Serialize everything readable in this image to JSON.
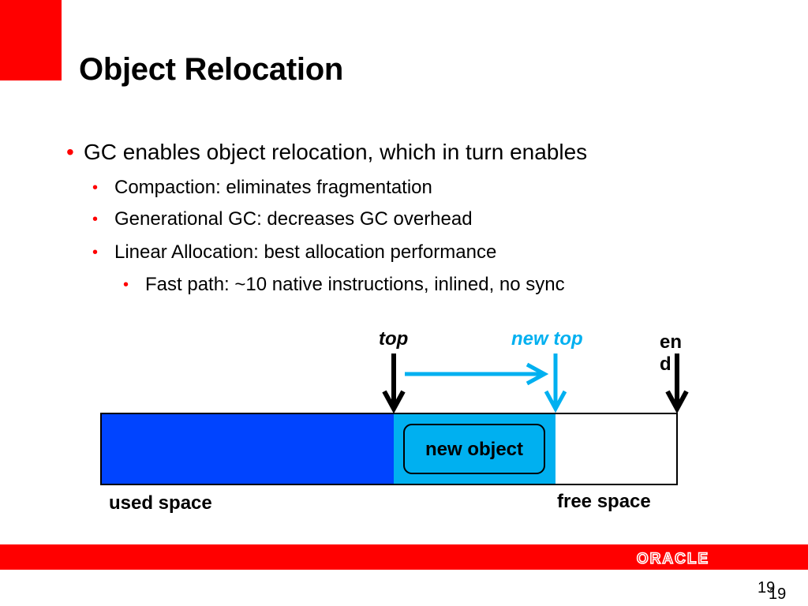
{
  "slide": {
    "title": "Object Relocation",
    "bullets": [
      {
        "level": 1,
        "text": "GC enables object relocation, which in turn enables"
      },
      {
        "level": 2,
        "text": "Compaction: eliminates fragmentation"
      },
      {
        "level": 2,
        "text": "Generational GC: decreases GC overhead"
      },
      {
        "level": 2,
        "text": "Linear Allocation: best allocation performance"
      },
      {
        "level": 3,
        "text": "Fast path: ~10 native instructions, inlined, no sync"
      }
    ],
    "bullet_glyph": "•",
    "page_number": "19",
    "page_number_duplicate": "19"
  },
  "diagram": {
    "top_label": "top",
    "new_top_label": "new top",
    "end_label": "end",
    "new_object_label": "new object",
    "used_space_label": "used space",
    "free_space_label": "free space"
  },
  "footer": {
    "logo_text": "ORACLE"
  },
  "colors": {
    "accent_red": "#ff0000",
    "used_space_blue": "#0044ff",
    "new_object_cyan": "#00b0f0",
    "free_space": "#ffffff"
  },
  "icons": {
    "top_arrow": "down-arrow-icon",
    "new_top_arrow": "down-arrow-icon",
    "end_arrow": "down-arrow-icon",
    "move_arrow": "right-arrow-icon"
  }
}
